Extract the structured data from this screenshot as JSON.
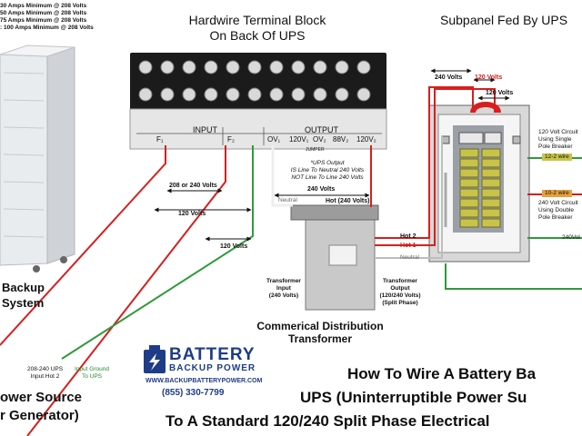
{
  "breaker_specs": [
    "30 Amps Minimum @ 208 Volts",
    "50 Amps Minimum @ 208 Volts",
    "75 Amps Minimum @ 208 Volts",
    ": 100 Amps Minimum @ 208 Volts"
  ],
  "hardwire_title": [
    "Hardwire Terminal Block",
    "On Back Of UPS"
  ],
  "subpanel_title": "Subpanel Fed By UPS",
  "terminal_block": {
    "input_label": "INPUT",
    "output_label": "OUTPUT",
    "terminals": [
      "F₁",
      "F₂",
      "OV₁",
      "120V₁",
      "OV₂",
      "88V₂",
      "120V₂"
    ],
    "jumper_label": "JUMPER"
  },
  "ups_output_note": [
    "*UPS Output",
    "IS Line To Neutral 240 Volts",
    "NOT Line To Line 240 Volts"
  ],
  "voltage_labels": {
    "input_208_240": "208 or 240 Volts",
    "input_120": "120 Volts",
    "input_120_b": "120 Volts",
    "output_240": "240 Volts",
    "neutral": "Neutral",
    "hot_240": "Hot (240 Volts)",
    "top_240": "240 Volts",
    "top_120_red": "120 Volts",
    "top_120": "120 Volts"
  },
  "transformer": {
    "hot2": "Hot 2",
    "hot1": "Hot 1",
    "neutral": "Neutral",
    "input_label": [
      "Transformer",
      "Input",
      "(240 Volts)"
    ],
    "output_label": [
      "Transformer",
      "Output",
      "(120/240 Volts)",
      "(Split Phase)"
    ],
    "title": [
      "Commerical Distribution",
      "Transformer"
    ]
  },
  "subpanel_notes": {
    "circuit_120": [
      "120 Volt Circuit",
      "Using Single",
      "Pole Breaker"
    ],
    "wire_12_2": "12-2 wire",
    "wire_10_2": "10-2 wire",
    "circuit_240": [
      "240 Volt Circuit",
      "Using Double",
      "Pole Breaker"
    ],
    "side_label": "240Vol"
  },
  "ups_system_label": [
    "Backup",
    "System"
  ],
  "source_labels": {
    "hot2": [
      "208-240 UPS",
      "Input Hot 2"
    ],
    "ground": [
      "Input Ground",
      "To UPS"
    ],
    "power_source": [
      "ower Source",
      "r Generator)"
    ]
  },
  "brand": {
    "name_top": "BATTERY",
    "name_bottom": "BACKUP POWER",
    "url": "WWW.BACKUPBATTERYPOWER.COM",
    "phone": "(855) 330-7799"
  },
  "headline": [
    "How To Wire A Battery Ba",
    "UPS (Uninterruptible Power Su",
    "To A Standard 120/240 Split Phase Electrical"
  ],
  "colors": {
    "hot_wire": "#d81e1e",
    "ground_wire": "#2f9a3a",
    "neutral_wire": "#f4f4f4",
    "breaker_yellow": "#c9c447",
    "brand_blue": "#1f3c88"
  }
}
